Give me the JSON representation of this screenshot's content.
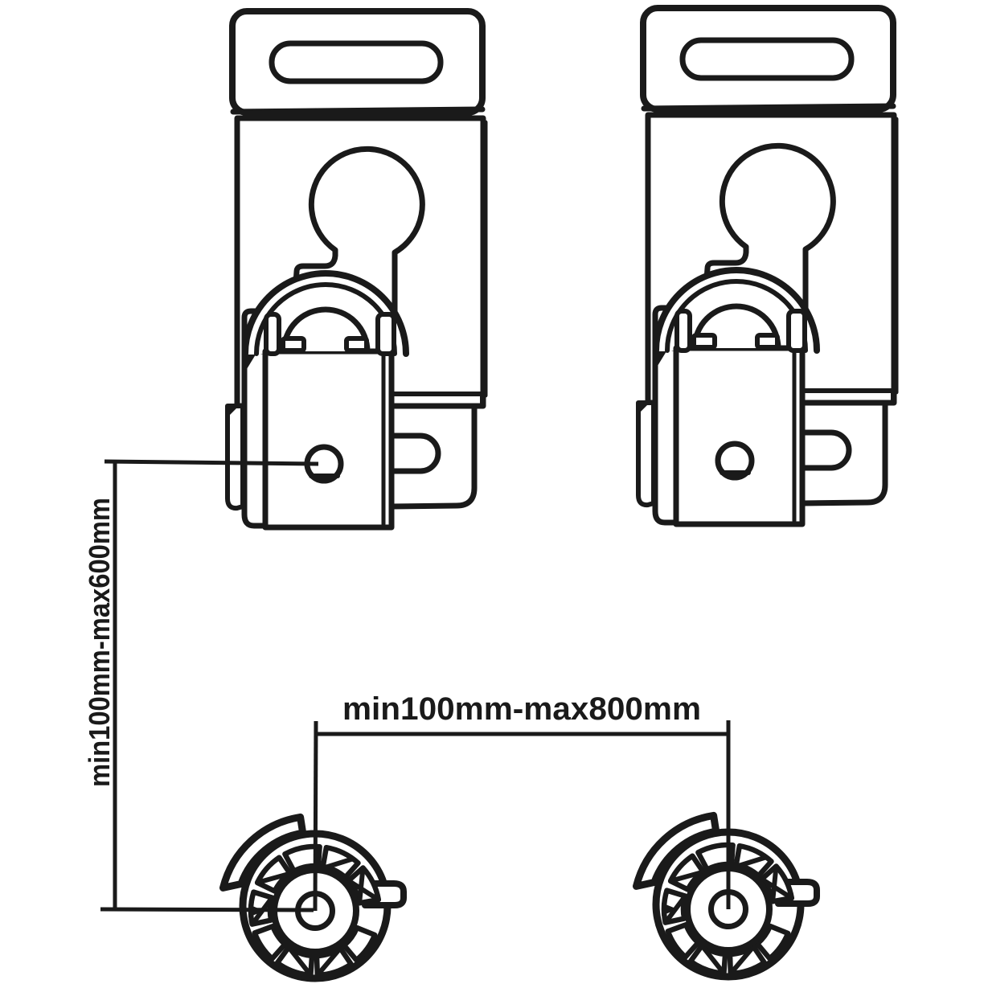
{
  "diagram": {
    "title": "wall-mount-installation-diagram",
    "background_color": "#ffffff",
    "line_color": "#1a1a1a",
    "parts": {
      "top_left": "wall-bracket",
      "top_right": "wall-bracket",
      "bottom_left": "anchor-spacer",
      "bottom_right": "anchor-spacer"
    }
  },
  "dimensions": {
    "vertical": {
      "label": "min100mm-max600mm",
      "min_mm": 100,
      "max_mm": 600,
      "orientation": "vertical"
    },
    "horizontal": {
      "label": "min100mm-max800mm",
      "min_mm": 100,
      "max_mm": 800,
      "orientation": "horizontal"
    }
  }
}
